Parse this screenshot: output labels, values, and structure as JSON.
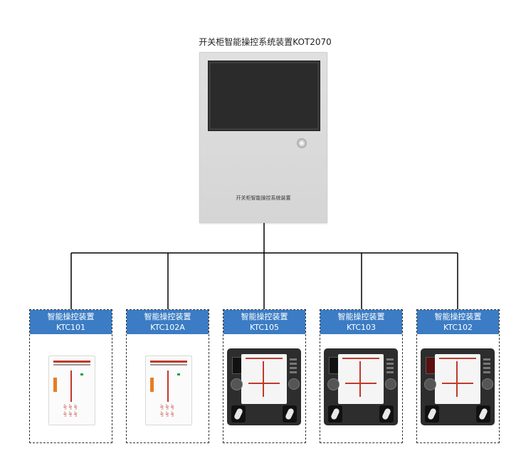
{
  "title": "开关柜智能操控系统装置KOT2070",
  "main_unit": {
    "plate_text": "开关柜智能操控系统装置"
  },
  "modules": [
    {
      "line1": "智能操控装置",
      "line2": "KTC101",
      "device_style": "white"
    },
    {
      "line1": "智能操控装置",
      "line2": "KTC102A",
      "device_style": "white"
    },
    {
      "line1": "智能操控装置",
      "line2": "KTC105",
      "device_style": "dark"
    },
    {
      "line1": "智能操控装置",
      "line2": "KTC103",
      "device_style": "dark"
    },
    {
      "line1": "智能操控装置",
      "line2": "KTC102",
      "device_style": "dark-red"
    }
  ],
  "colors": {
    "header_blue": "#3b7cc4",
    "wire": "#000000",
    "relay_red": "#c0392b"
  }
}
